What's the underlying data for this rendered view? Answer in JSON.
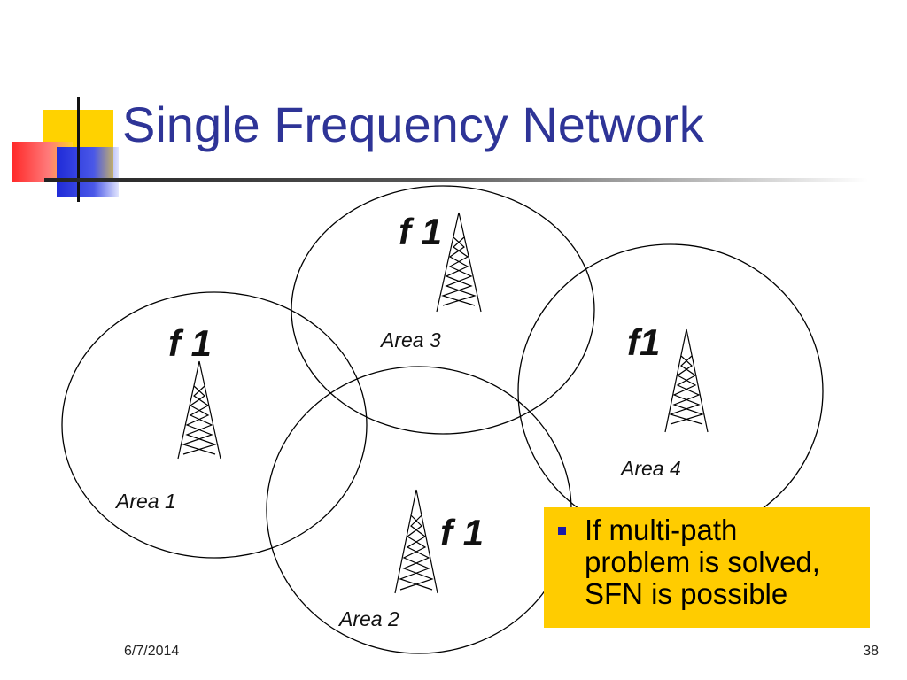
{
  "title": "Single Frequency Network",
  "areas": [
    {
      "id": "area1",
      "label": "Area 1",
      "frequency": "f 1"
    },
    {
      "id": "area2",
      "label": "Area 2",
      "frequency": "f 1"
    },
    {
      "id": "area3",
      "label": "Area 3",
      "frequency": "f 1"
    },
    {
      "id": "area4",
      "label": "Area 4",
      "frequency": "f1"
    }
  ],
  "note": {
    "bullet_lines": [
      "If multi-path",
      "problem is solved,",
      "SFN is possible"
    ],
    "background_color": "#ffcc00",
    "bullet_color": "#1a1aa8"
  },
  "footer": {
    "date": "6/7/2014",
    "page": "38"
  },
  "colors": {
    "title": "#2e3497",
    "accent_yellow": "#ffd200",
    "accent_red": "#ff2a2a",
    "accent_blue": "#1f2bd8"
  }
}
